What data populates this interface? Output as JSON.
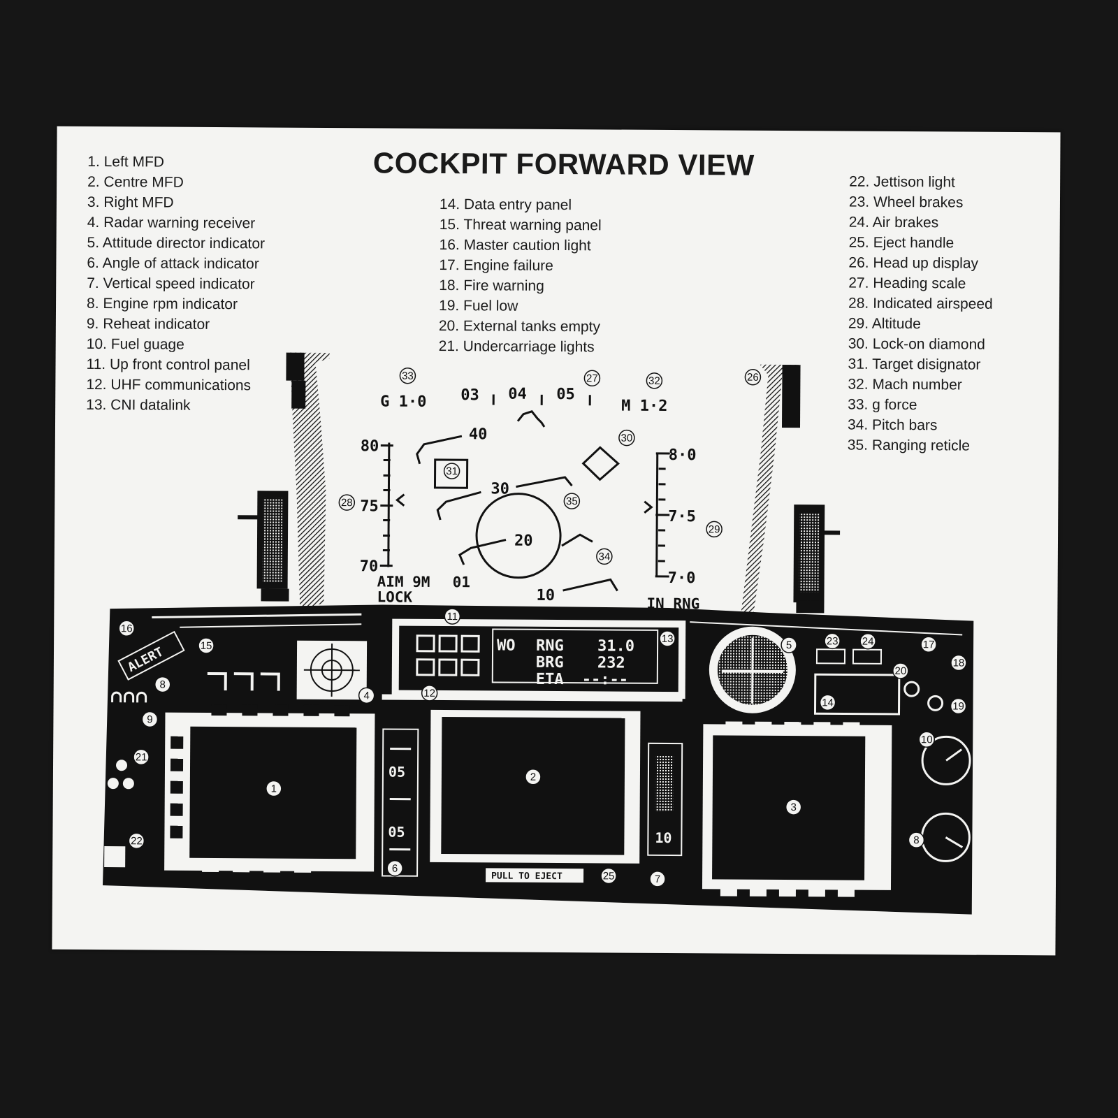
{
  "title": "COCKPIT FORWARD VIEW",
  "legend_left": [
    "1. Left MFD",
    "2. Centre MFD",
    "3. Right MFD",
    "4. Radar warning receiver",
    "5. Attitude director indicator",
    "6. Angle of attack indicator",
    "7. Vertical speed indicator",
    "8. Engine rpm indicator",
    "9. Reheat indicator",
    "10. Fuel guage",
    "11. Up front control panel",
    "12. UHF communications",
    "13. CNI datalink"
  ],
  "legend_mid": [
    "14. Data entry panel",
    "15. Threat warning panel",
    "16. Master caution light",
    "17. Engine failure",
    "18. Fire warning",
    "19. Fuel low",
    "20. External tanks empty",
    "21. Undercarriage lights"
  ],
  "legend_right": [
    "22. Jettison light",
    "23. Wheel brakes",
    "24. Air brakes",
    "25. Eject handle",
    "26. Head up display",
    "27. Heading scale",
    "28. Indicated airspeed",
    "29. Altitude",
    "30. Lock-on diamond",
    "31. Target disignator",
    "32. Mach number",
    "33. g force",
    "34. Pitch bars",
    "35. Ranging reticle"
  ],
  "hud": {
    "g_force": "G 1·0",
    "mach": "M 1·2",
    "heading_ticks": [
      "03",
      "04",
      "05"
    ],
    "speed_ticks": [
      "80",
      "75",
      "70"
    ],
    "alt_ticks": [
      "8·0",
      "7·5",
      "7·0"
    ],
    "pitch_labels": [
      "40",
      "30",
      "20",
      "10"
    ],
    "weapon_line1": "AIM 9M",
    "weapon_line2": "LOCK",
    "weapon_count": "01",
    "range_status": "IN RNG"
  },
  "data_panel": {
    "line1_label": "WO",
    "line1_key": "RNG",
    "line1_val": "31.0",
    "line2_key": "BRG",
    "line2_val": "232",
    "line3_key": "ETA",
    "line3_val": "--:--"
  },
  "caution_label": "ALERT",
  "aoa_values": [
    "05",
    "05"
  ],
  "vsi_value": "10",
  "eject_label": "PULL TO EJECT",
  "callouts": [
    "1",
    "2",
    "3",
    "4",
    "5",
    "6",
    "7",
    "8",
    "8",
    "9",
    "10",
    "11",
    "12",
    "13",
    "14",
    "15",
    "16",
    "17",
    "18",
    "19",
    "20",
    "21",
    "22",
    "23",
    "24",
    "25",
    "26",
    "27",
    "28",
    "29",
    "30",
    "31",
    "32",
    "33",
    "34",
    "35"
  ]
}
